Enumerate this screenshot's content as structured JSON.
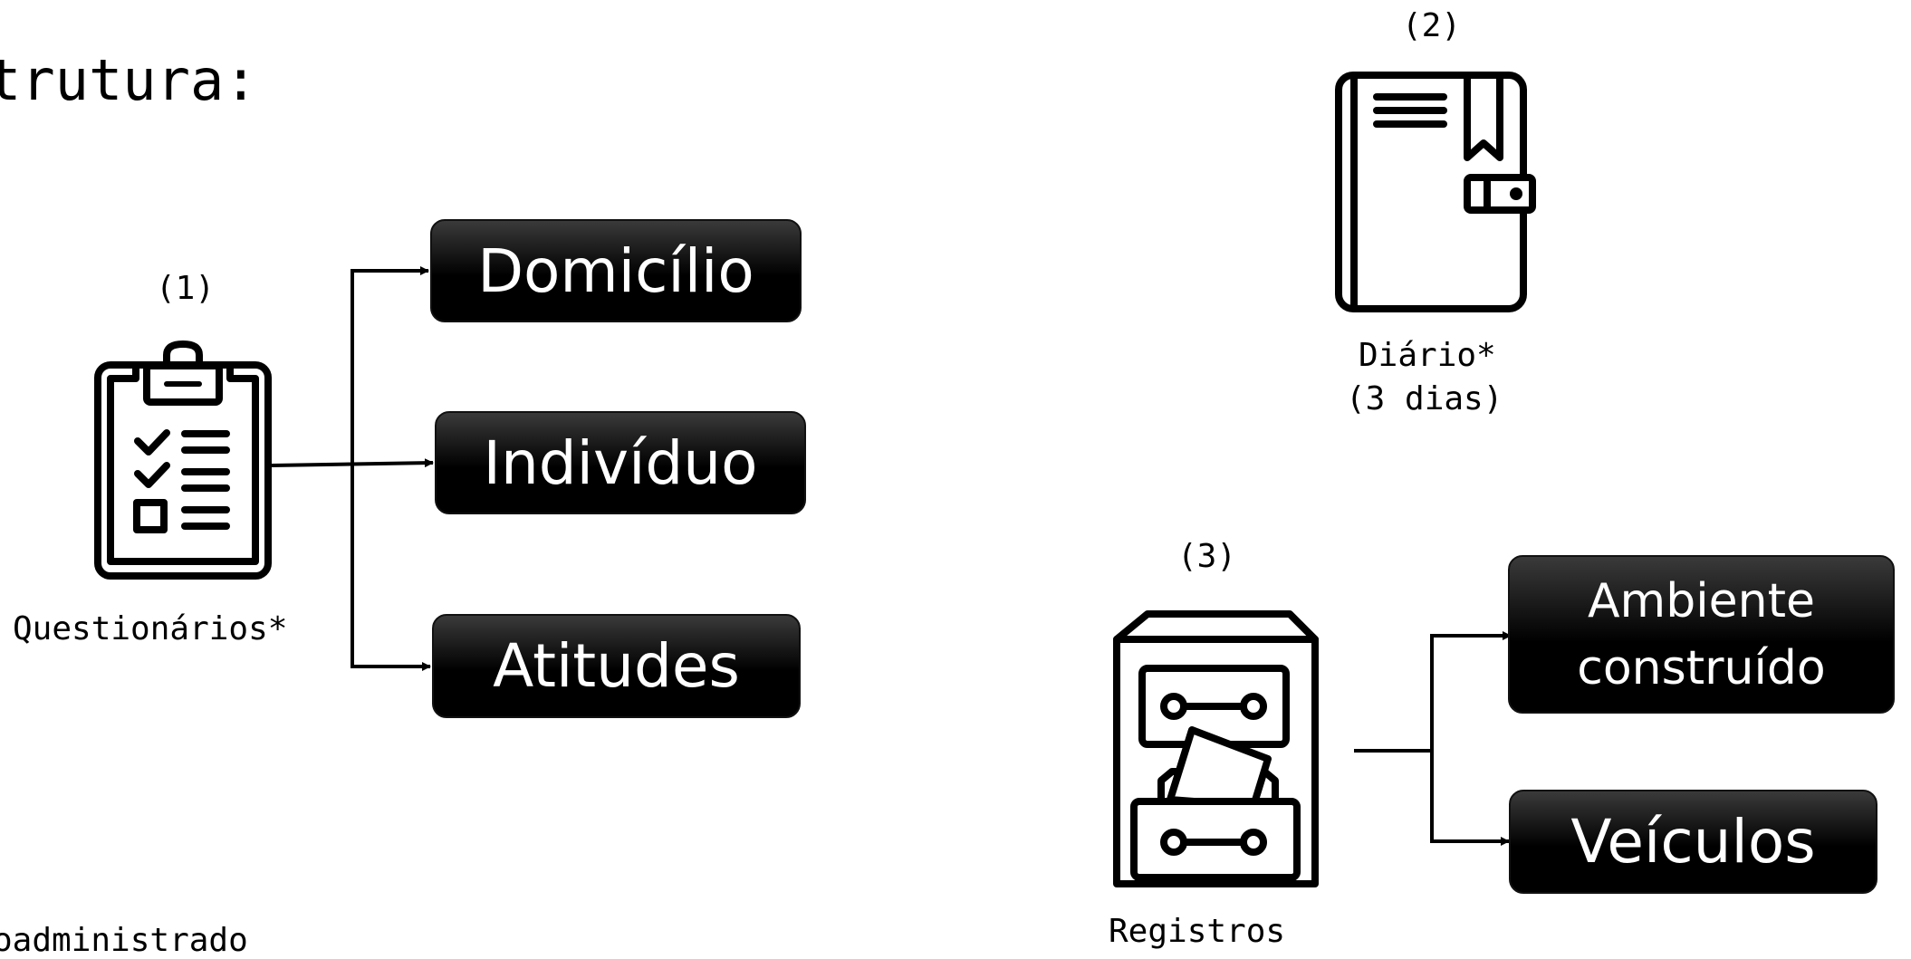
{
  "heading": "trutura:",
  "footnote": "oadministrado",
  "sections": {
    "questionnaire": {
      "number": "(1)",
      "label": "Questionários*",
      "icon": "clipboard-checklist-icon",
      "boxes": [
        "Domicílio",
        "Indivíduo",
        "Atitudes"
      ]
    },
    "diary": {
      "number": "(2)",
      "label_line1": "Diário*",
      "label_line2": "(3 dias)",
      "icon": "notebook-icon"
    },
    "records": {
      "number": "(3)",
      "label": "Registros",
      "icon": "file-cabinet-icon",
      "boxes": [
        {
          "line1": "Ambiente",
          "line2": "construído"
        },
        {
          "line1": "Veículos"
        }
      ]
    }
  },
  "colors": {
    "box_fill": "#000000",
    "box_text": "#ffffff",
    "stroke": "#000000",
    "background": "#ffffff"
  }
}
